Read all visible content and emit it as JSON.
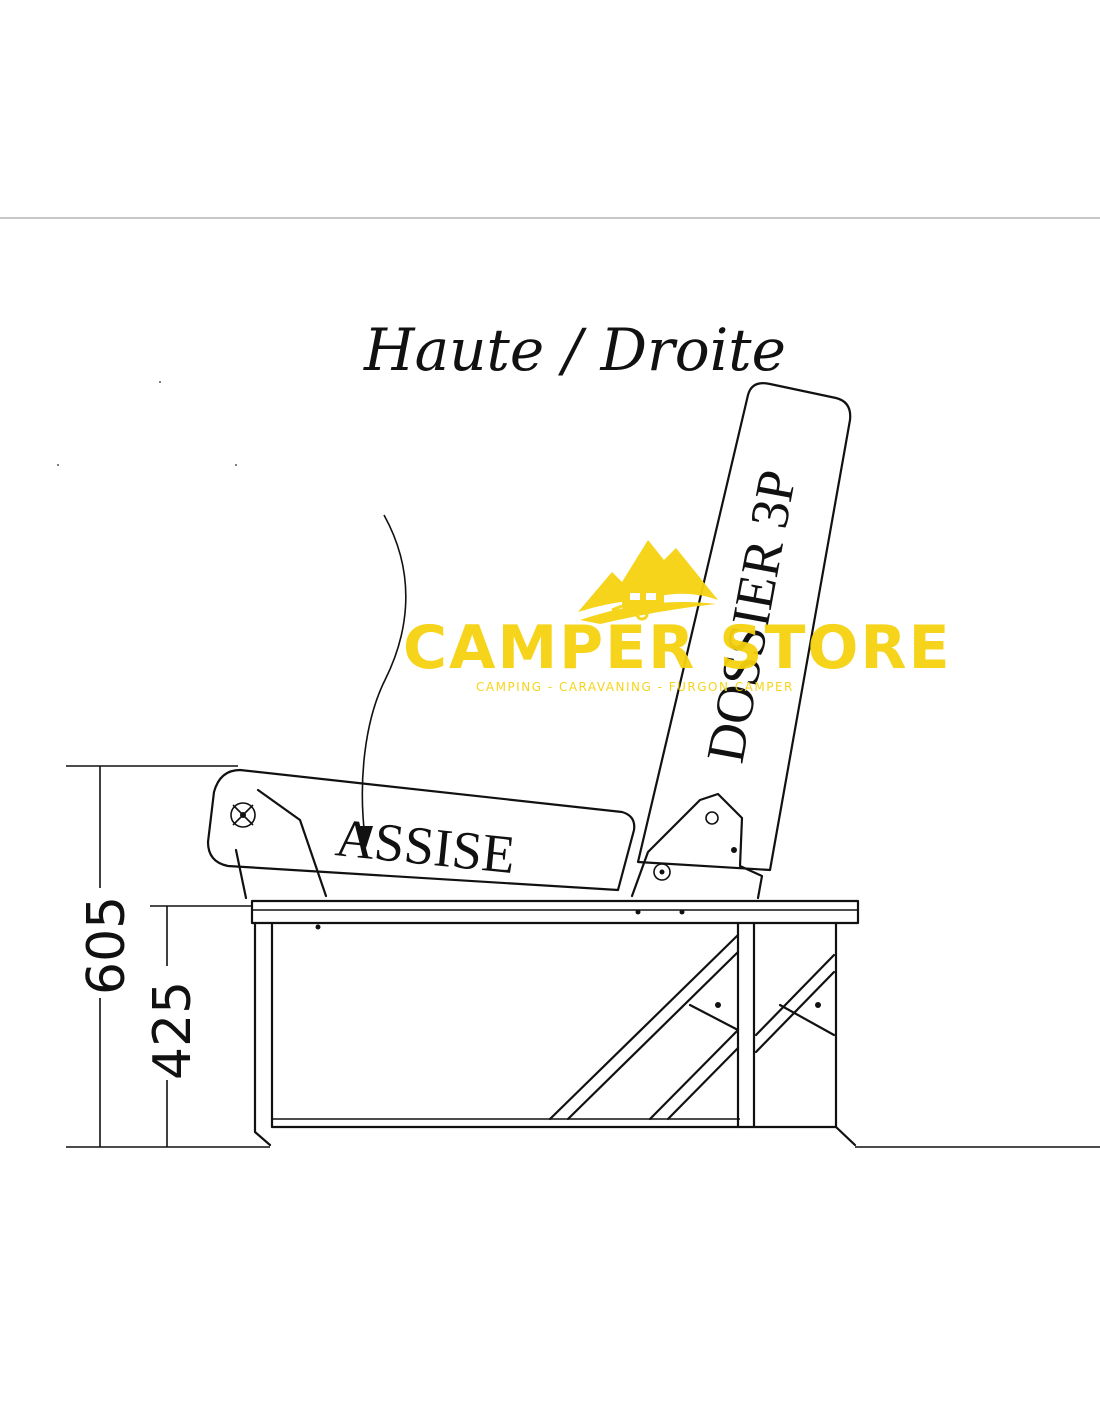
{
  "diagram": {
    "title": "Haute / Droite",
    "labels": {
      "seat": "ASSISE",
      "backrest": "DOSSIER 3P"
    },
    "dimensions": {
      "total_height": "605",
      "base_height": "425"
    }
  },
  "watermark": {
    "brand": "CAMPER STORE",
    "tagline": "CAMPING - CARAVANING - FURGON CAMPER",
    "color": "#f5d20f"
  }
}
